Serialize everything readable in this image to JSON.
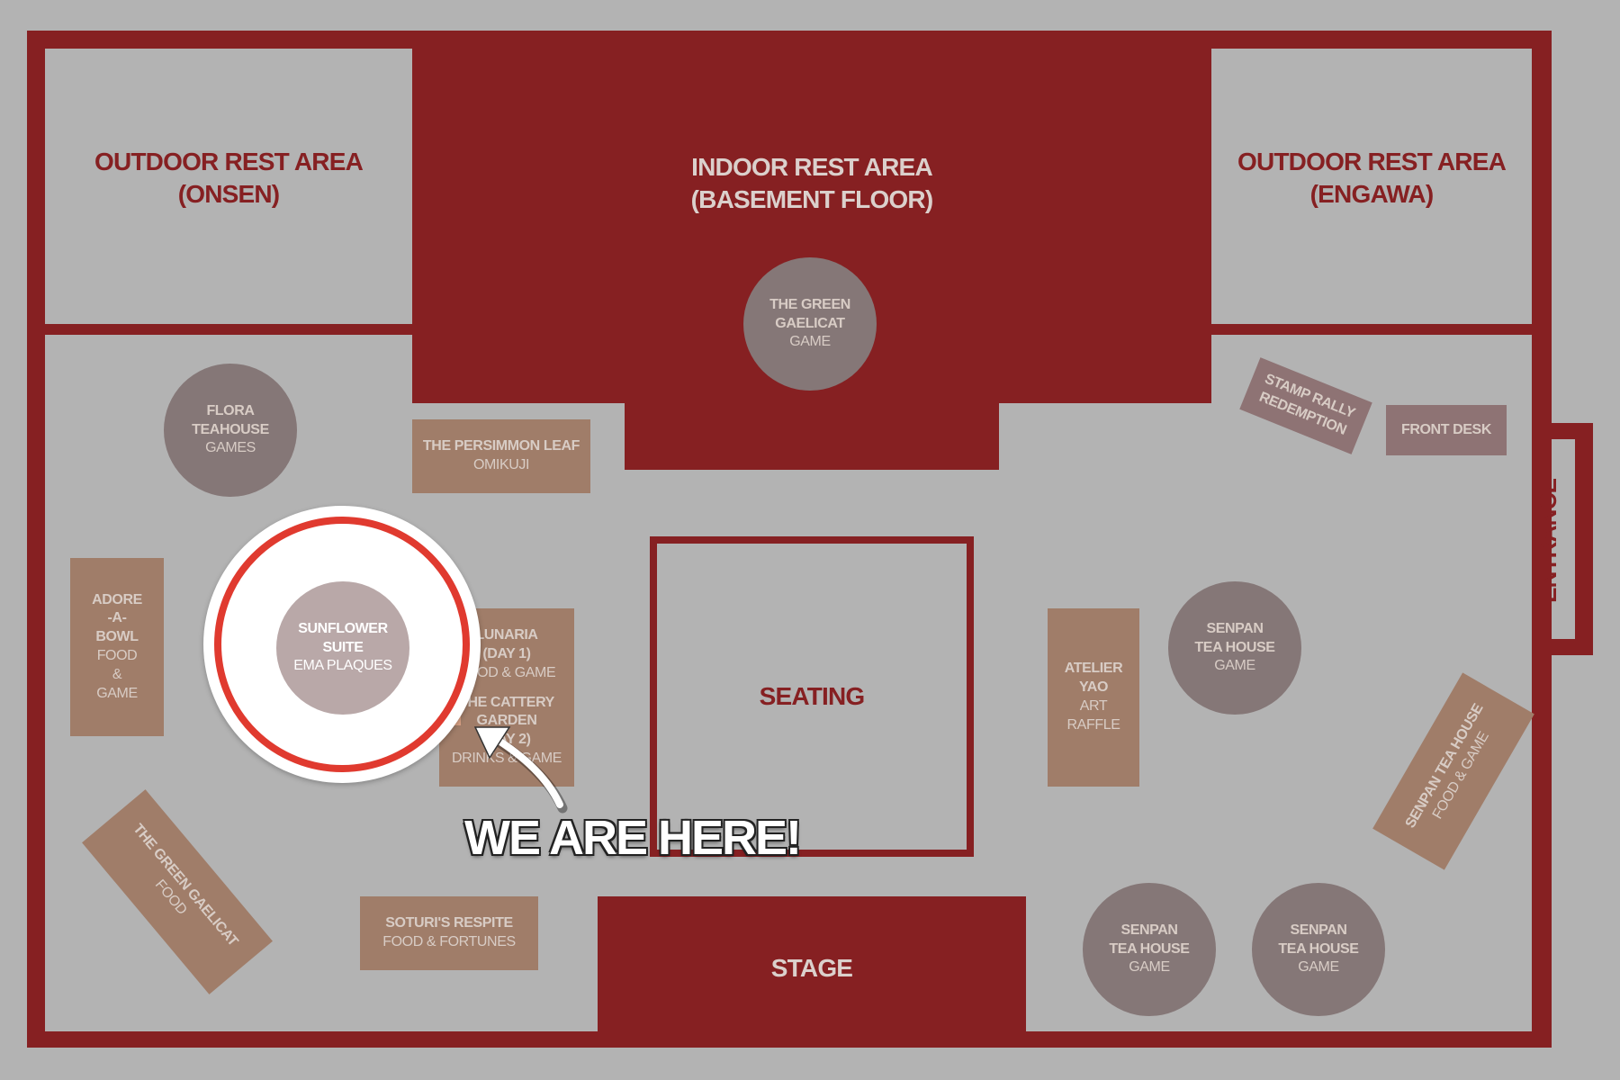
{
  "areas": {
    "outdoor_onsen": {
      "line1": "OUTDOOR REST AREA",
      "line2": "(ONSEN)"
    },
    "indoor_basement": {
      "line1": "INDOOR REST AREA",
      "line2": "(BASEMENT FLOOR)"
    },
    "outdoor_engawa": {
      "line1": "OUTDOOR REST AREA",
      "line2": "(ENGAWA)"
    },
    "seating": "SEATING",
    "stage": "STAGE",
    "entrance": "ENTRANCE"
  },
  "booths": {
    "green_gaelicat_game": {
      "l1": "THE GREEN",
      "l2": "GAELICAT",
      "sub": "GAME"
    },
    "flora": {
      "l1": "FLORA",
      "l2": "TEAHOUSE",
      "sub": "GAMES"
    },
    "persimmon": {
      "l1": "THE PERSIMMON LEAF",
      "sub": "OMIKUJI"
    },
    "stamp_rally": {
      "l1": "STAMP RALLY",
      "l2": "REDEMPTION"
    },
    "front_desk": "FRONT DESK",
    "adore": {
      "l1": "ADORE",
      "l2": "-A-",
      "l3": "BOWL",
      "s1": "FOOD",
      "s2": "&",
      "s3": "GAME"
    },
    "sunflower": {
      "l1": "SUNFLOWER",
      "l2": "SUITE",
      "sub": "EMA PLAQUES"
    },
    "lunaria": {
      "l1": "LUNARIA",
      "l2": "(DAY 1)",
      "sub": "FOOD & GAME"
    },
    "cattery": {
      "l1": "THE CATTERY",
      "l2": "GARDEN",
      "l3": "(DAY 2)",
      "sub": "DRINKS & GAME"
    },
    "atelier": {
      "l1": "ATELIER",
      "l2": "YAO",
      "s1": "ART",
      "s2": "RAFFLE"
    },
    "senpan_1": {
      "l1": "SENPAN",
      "l2": "TEA HOUSE",
      "sub": "GAME"
    },
    "senpan_diag": {
      "l1": "SENPAN TEA HOUSE",
      "sub": "FOOD & GAME"
    },
    "green_gaelicat_food": {
      "l1": "THE GREEN GAELICAT",
      "sub": "FOOD"
    },
    "soturi": {
      "l1": "SOTURI'S RESPITE",
      "sub": "FOOD & FORTUNES"
    },
    "senpan_2": {
      "l1": "SENPAN",
      "l2": "TEA HOUSE",
      "sub": "GAME"
    },
    "senpan_3": {
      "l1": "SENPAN",
      "l2": "TEA HOUSE",
      "sub": "GAME"
    }
  },
  "marker": {
    "label": "WE ARE HERE!"
  },
  "colors": {
    "wall": "#862022",
    "floor": "#b3b3b3",
    "marker_ring": "#e03a2f"
  }
}
